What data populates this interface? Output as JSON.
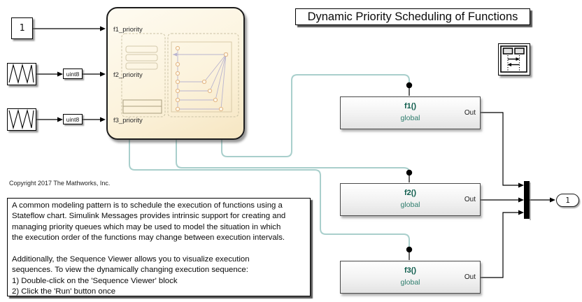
{
  "title": "Dynamic Priority Scheduling of Functions",
  "copyright": "Copyright 2017 The Mathworks, Inc.",
  "description": "A common modeling pattern is to schedule the execution of functions using a\nStateflow chart. Simulink Messages provides intrinsic support for creating and\nmanaging priority queues which may be used to model the situation in which\nthe execution order of the functions may change between execution intervals.\n\nAdditionally, the Sequence Viewer allows you to visualize execution\nsequences. To view the dynamically changing execution sequence:\n1) Double-click on the 'Sequence Viewer' block\n2) Click the 'Run' button once",
  "constant_block": {
    "value": "1"
  },
  "converter_blocks": [
    {
      "label": "uint8"
    },
    {
      "label": "uint8"
    }
  ],
  "chart": {
    "inputs": [
      {
        "label": "f1_priority"
      },
      {
        "label": "f2_priority"
      },
      {
        "label": "f3_priority"
      }
    ]
  },
  "function_blocks": [
    {
      "name": "f1()",
      "scope": "global",
      "port": "Out"
    },
    {
      "name": "f2()",
      "scope": "global",
      "port": "Out"
    },
    {
      "name": "f3()",
      "scope": "global",
      "port": "Out"
    }
  ],
  "outport": {
    "value": "1"
  },
  "icons": {
    "sequence_viewer": "sequence-viewer-icon",
    "signal_source_1": "triangle-wave-up-icon",
    "signal_source_2": "triangle-wave-down-icon",
    "chart_preview": "stateflow-chart-preview"
  },
  "colors": {
    "wire_teal": "#a9cfcc",
    "wire_black": "#000000",
    "chart_fill_top": "#fefbf1",
    "chart_fill_bottom": "#f6e6c2",
    "function_name_text": "#0e5c4c",
    "function_scope_text": "#2e7d6d",
    "block_gradient_bottom": "#e3e3e3"
  }
}
